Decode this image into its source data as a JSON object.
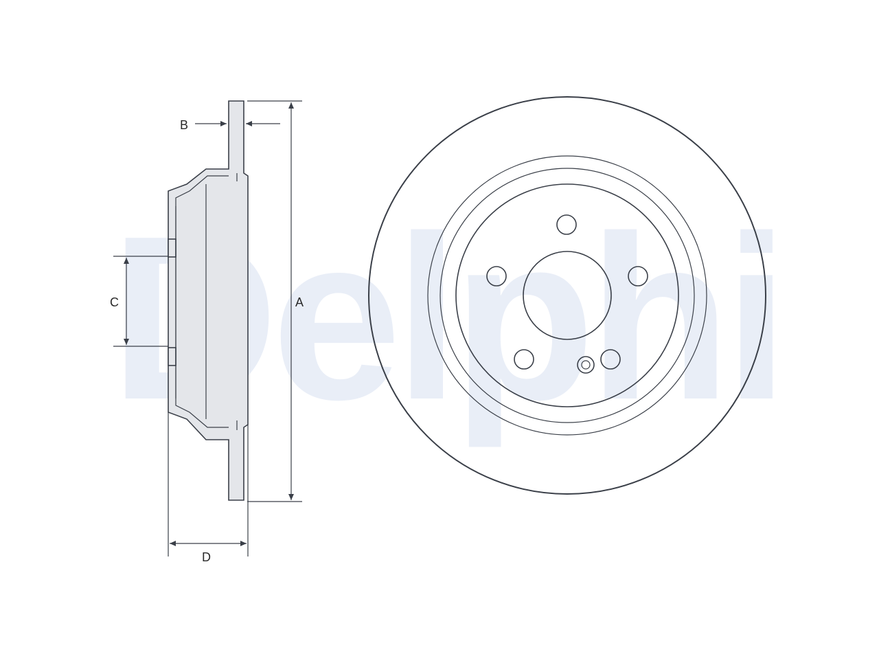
{
  "watermark": {
    "text": "Delphi"
  },
  "dimensions": {
    "a": "A",
    "b": "B",
    "c": "C",
    "d": "D"
  },
  "colors": {
    "line": "#3a3f48",
    "part_fill": "#e4e6ea",
    "watermark": "#e9eef7"
  }
}
